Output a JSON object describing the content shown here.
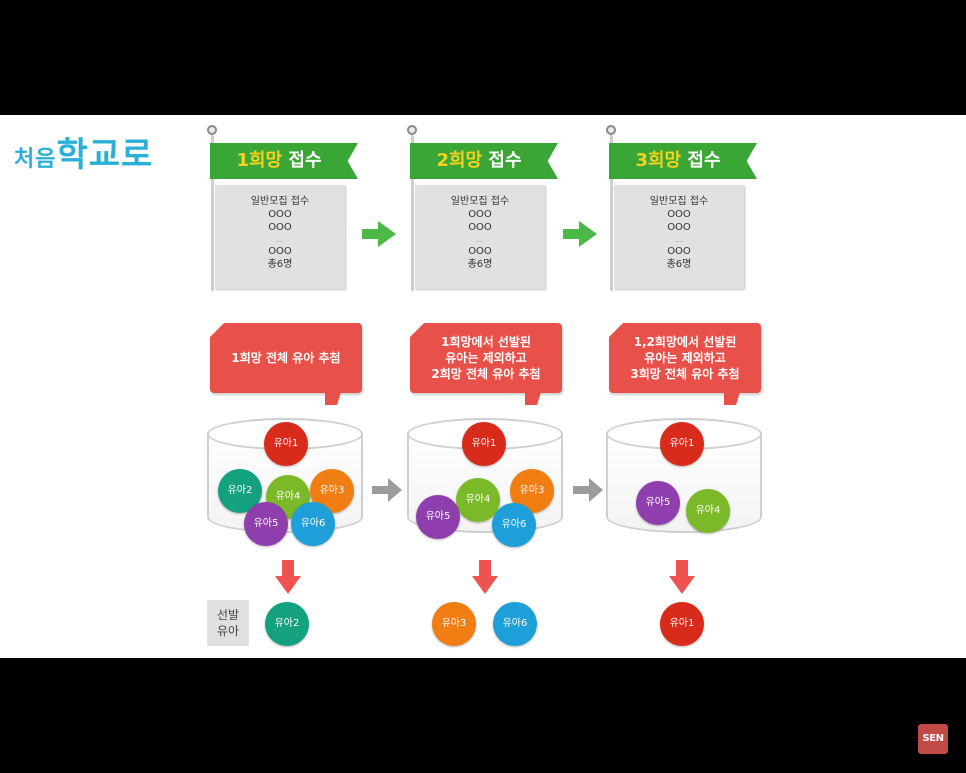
{
  "logo": {
    "text_small": "처음",
    "text_big": "학교로",
    "color": "#2ab0d6"
  },
  "colors": {
    "banner_green": "#3aa636",
    "banner_number": "#f4d21e",
    "bubble_red": "#e8504a",
    "arrow_red": "#ef5350",
    "arrow_green": "#4cb848",
    "arrow_gray": "#9c9c9c"
  },
  "columns": [
    {
      "banner_number": "1희망",
      "banner_word": " 접수",
      "card_lines": [
        "일반모집 접수",
        "OOO",
        "OOO",
        "...",
        "OOO",
        "총6명"
      ],
      "bubble_lines": [
        "1희망 전체 유아 추첨"
      ],
      "drum_balls": [
        {
          "label": "유아1",
          "color": "#d82b1b"
        },
        {
          "label": "유아2",
          "color": "#14a17f"
        },
        {
          "label": "유아4",
          "color": "#7cb928"
        },
        {
          "label": "유아3",
          "color": "#f07e12"
        },
        {
          "label": "유아5",
          "color": "#8e3fad"
        },
        {
          "label": "유아6",
          "color": "#1f9fd9"
        }
      ],
      "selected_balls": [
        {
          "label": "유아2",
          "color": "#14a17f"
        }
      ]
    },
    {
      "banner_number": "2희망",
      "banner_word": " 접수",
      "card_lines": [
        "일반모집 접수",
        "OOO",
        "OOO",
        "...",
        "OOO",
        "총6명"
      ],
      "bubble_lines": [
        "1희망에서 선발된",
        "유아는 제외하고",
        "2희망 전체 유아 추첨"
      ],
      "drum_balls": [
        {
          "label": "유아1",
          "color": "#d82b1b"
        },
        {
          "label": "유아4",
          "color": "#7cb928"
        },
        {
          "label": "유아3",
          "color": "#f07e12"
        },
        {
          "label": "유아5",
          "color": "#8e3fad"
        },
        {
          "label": "유아6",
          "color": "#1f9fd9"
        }
      ],
      "selected_balls": [
        {
          "label": "유아3",
          "color": "#f07e12"
        },
        {
          "label": "유아6",
          "color": "#1f9fd9"
        }
      ]
    },
    {
      "banner_number": "3희망",
      "banner_word": " 접수",
      "card_lines": [
        "일반모집 접수",
        "OOO",
        "OOO",
        "...",
        "OOO",
        "총6명"
      ],
      "bubble_lines": [
        "1,2희망에서 선발된",
        "유아는 제외하고",
        "3희망 전체 유아 추첨"
      ],
      "drum_balls": [
        {
          "label": "유아1",
          "color": "#d82b1b"
        },
        {
          "label": "유아5",
          "color": "#8e3fad"
        },
        {
          "label": "유아4",
          "color": "#7cb928"
        }
      ],
      "selected_balls": [
        {
          "label": "유아1",
          "color": "#d82b1b"
        }
      ]
    }
  ],
  "selected_label_lines": [
    "선발",
    "유아"
  ],
  "badge": {
    "text": "SEN"
  }
}
